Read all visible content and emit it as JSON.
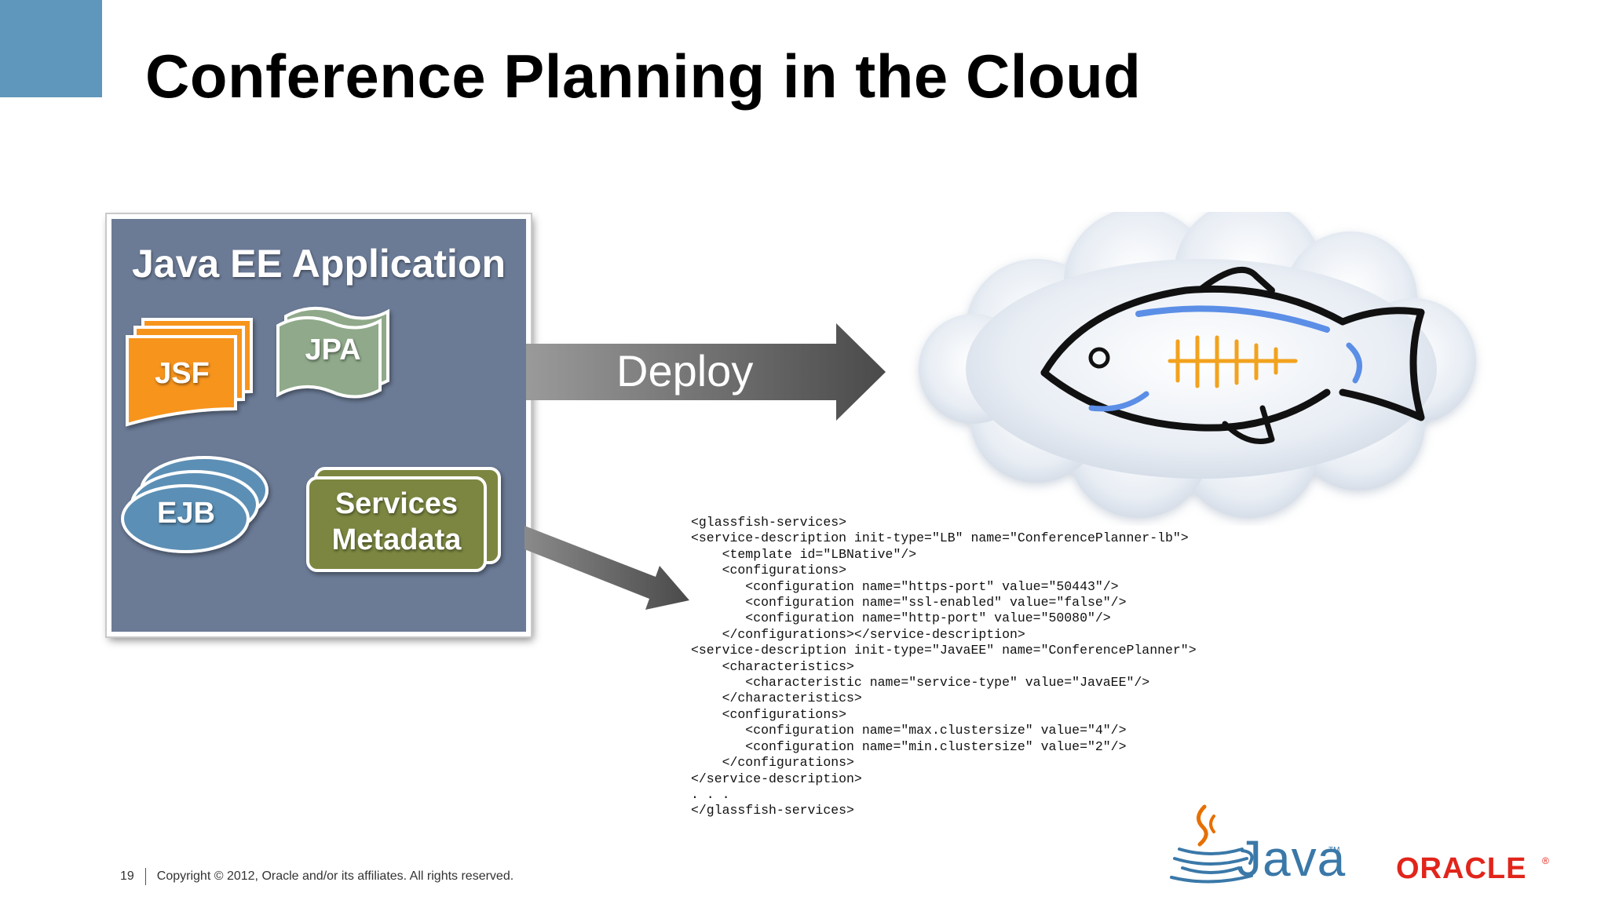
{
  "slide": {
    "title": "Conference Planning in the Cloud"
  },
  "app": {
    "title": "Java EE Application",
    "components": {
      "jsf": "JSF",
      "jpa": "JPA",
      "ejb": "EJB",
      "services_line1": "Services",
      "services_line2": "Metadata"
    }
  },
  "deploy_label": "Deploy",
  "xml_code": "<glassfish-services>\n<service-description init-type=\"LB\" name=\"ConferencePlanner-lb\">\n    <template id=\"LBNative\"/>\n    <configurations>\n       <configuration name=\"https-port\" value=\"50443\"/>\n       <configuration name=\"ssl-enabled\" value=\"false\"/>\n       <configuration name=\"http-port\" value=\"50080\"/>\n    </configurations></service-description>\n<service-description init-type=\"JavaEE\" name=\"ConferencePlanner\">\n    <characteristics>\n       <characteristic name=\"service-type\" value=\"JavaEE\"/>\n    </characteristics>\n    <configurations>\n       <configuration name=\"max.clustersize\" value=\"4\"/>\n       <configuration name=\"min.clustersize\" value=\"2\"/>\n    </configurations>\n</service-description>\n. . .\n</glassfish-services>",
  "footer": {
    "page_number": "19",
    "copyright": "Copyright © 2012, Oracle and/or its affiliates. All rights reserved."
  },
  "logos": {
    "java": "Java",
    "java_tm": "TM",
    "oracle": "ORACLE",
    "oracle_r": "®"
  },
  "colors": {
    "corner_accent": "#5f96bb",
    "panel": "#6b7b96",
    "jsf": "#f7941d",
    "jpa": "#8fa98a",
    "ejb": "#5b8fb5",
    "services": "#7b8640",
    "fish_blue": "#5b8ee6",
    "fish_orange": "#f2a21e",
    "oracle_red": "#e1251b",
    "java_blue": "#3a78a8"
  }
}
